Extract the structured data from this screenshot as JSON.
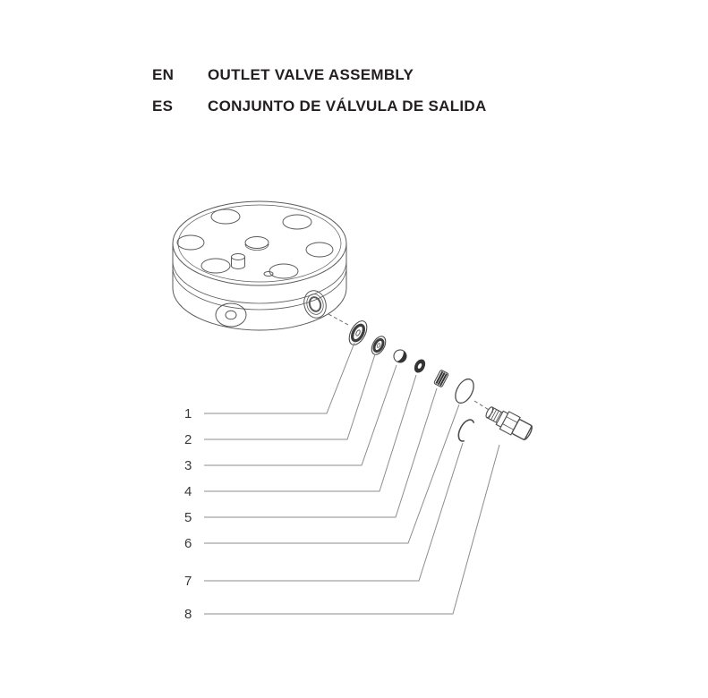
{
  "header": {
    "en_code": "EN",
    "en_title": "OUTLET VALVE ASSEMBLY",
    "es_code": "ES",
    "es_title": "CONJUNTO DE VÁLVULA DE SALIDA"
  },
  "diagram": {
    "description_name": "outlet-valve-exploded-view",
    "callouts": [
      "1",
      "2",
      "3",
      "4",
      "5",
      "6",
      "7",
      "8"
    ]
  },
  "colors": {
    "text": "#231f20",
    "drawing_line": "#5a5a5a",
    "leader_line": "#8c8c8c",
    "part_dark": "#343434",
    "background": "#ffffff"
  }
}
